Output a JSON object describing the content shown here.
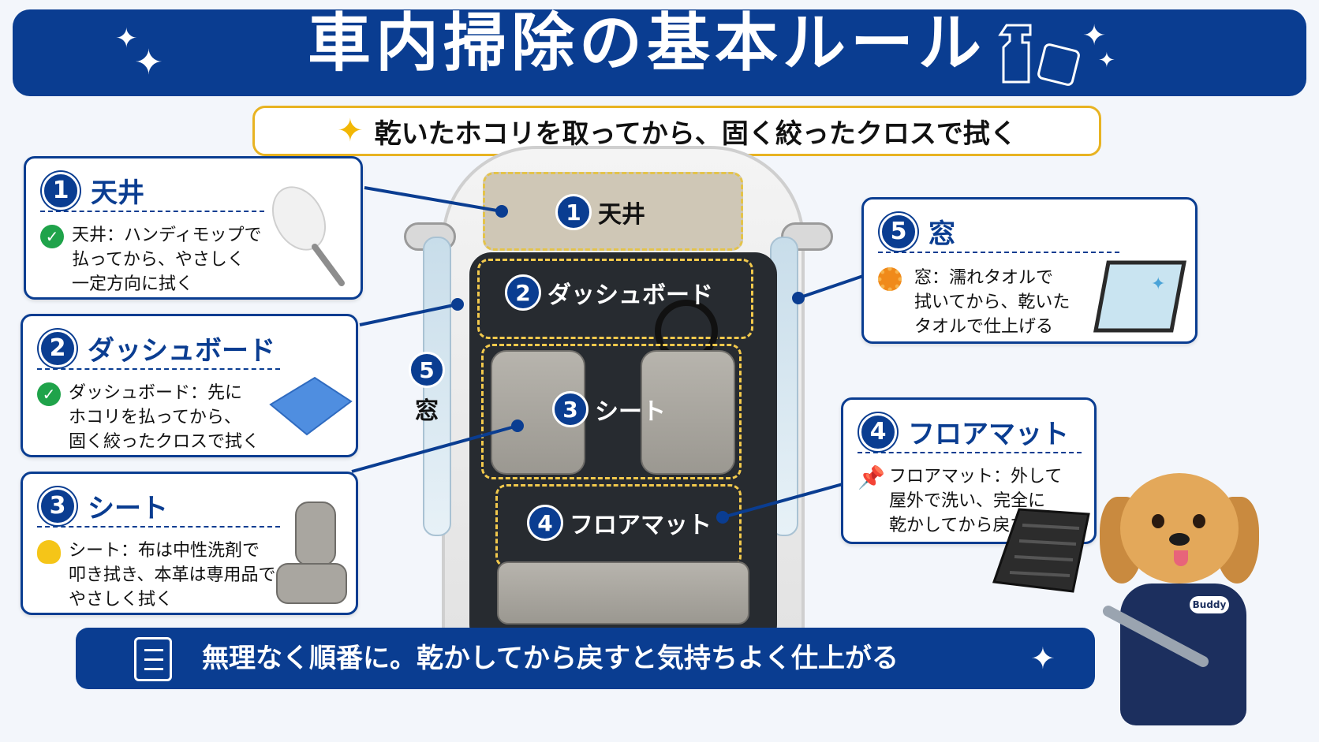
{
  "title": "車内掃除の基本ルール",
  "subtitle": "乾いたホコリを取ってから、固く絞ったクロスで拭く",
  "cards": [
    {
      "num": "1",
      "title": "天井",
      "lines": [
        "天井：ハンディモップで",
        "払ってから、やさしく",
        "一定方向に拭く"
      ]
    },
    {
      "num": "2",
      "title": "ダッシュボード",
      "lines": [
        "ダッシュボード：先に",
        "ホコリを払ってから、",
        "固く絞ったクロスで拭く"
      ]
    },
    {
      "num": "3",
      "title": "シート",
      "lines": [
        "シート：布は中性洗剤で",
        "叩き拭き、本革は専用品で",
        "やさしく拭く"
      ]
    },
    {
      "num": "5",
      "title": "窓",
      "lines": [
        "窓：濡れタオルで",
        "拭いてから、乾いた",
        "タオルで仕上げる"
      ]
    },
    {
      "num": "4",
      "title": "フロアマット",
      "lines": [
        "フロアマット：外して",
        "屋外で洗い、完全に",
        "乾かしてから戻す"
      ]
    }
  ],
  "car_labels": [
    {
      "num": "1",
      "text": "天井"
    },
    {
      "num": "2",
      "text": "ダッシュボード"
    },
    {
      "num": "3",
      "text": "シート"
    },
    {
      "num": "4",
      "text": "フロアマット"
    },
    {
      "num": "5",
      "text": "窓"
    }
  ],
  "mascot_badge": "Buddy",
  "footer": "無理なく順番に。乾かしてから戻すと気持ちよく仕上がる",
  "colors": {
    "brand": "#0a3d91",
    "accent": "#e8b322",
    "check": "#1fa34a"
  },
  "icons": [
    "sparkle-icon",
    "spray-bottle-icon",
    "cloth-icon",
    "check-icon",
    "gear-icon",
    "bulb-icon",
    "pin-icon",
    "clipboard-icon"
  ]
}
